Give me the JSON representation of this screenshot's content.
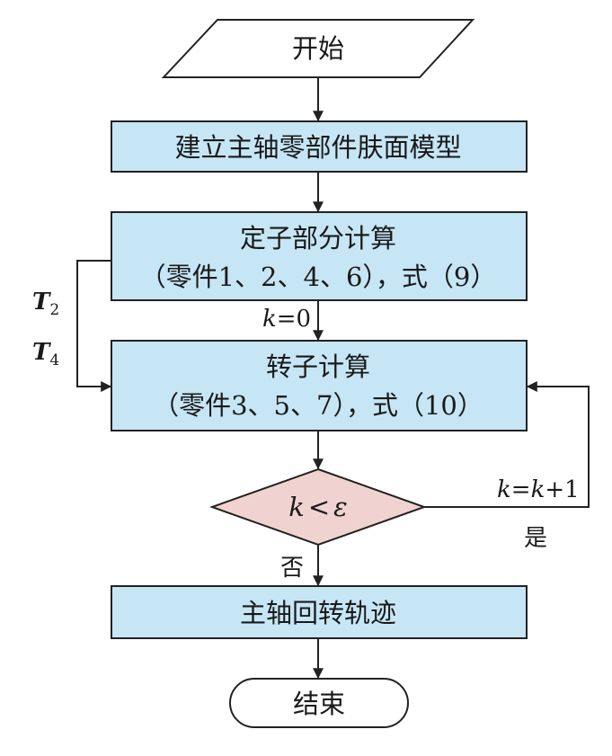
{
  "nodes": {
    "start": "开始",
    "build_model": "建立主轴零部件肤面模型",
    "stator_line1": "定子部分计算",
    "stator_line2": "（零件1、2、4、6），式（9）",
    "rotor_line1": "转子计算",
    "rotor_line2": "（零件3、5、7），式（10）",
    "decision_k": "k",
    "decision_op": "<",
    "decision_eps": "ε",
    "trajectory": "主轴回转轨迹",
    "end": "结束"
  },
  "labels": {
    "t_symbol": "T",
    "t2_sub": "2",
    "t4_sub": "4",
    "k_init_var": "k",
    "k_init_rest": "=0",
    "k_inc_var1": "k",
    "k_inc_eq": "=",
    "k_inc_var2": "k",
    "k_inc_rest": "+1",
    "yes": "是",
    "no": "否"
  },
  "colors": {
    "process_fill": "#c6e6f5",
    "decision_fill": "#f0d3d0",
    "line": "#222222"
  }
}
